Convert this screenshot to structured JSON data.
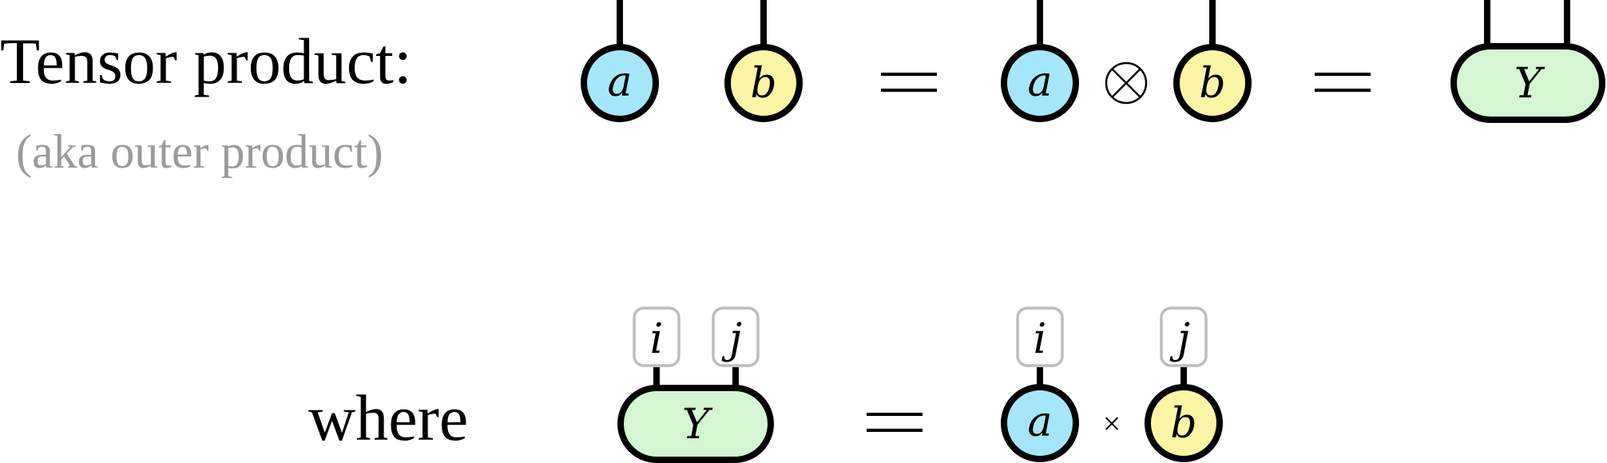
{
  "heading": {
    "title": "Tensor product:",
    "subtitle": "(aka outer product)"
  },
  "where_label": "where",
  "nodes": {
    "a": "a",
    "b": "b",
    "Y": "Y"
  },
  "indices": {
    "i": "i",
    "j": "j"
  },
  "operators": {
    "equals": "=",
    "tensor": "⊗",
    "times": "×"
  },
  "colors": {
    "a_fill": "#a6e6fb",
    "b_fill": "#fdf5a6",
    "Y_fill": "#d4f6d2",
    "stroke": "#000000",
    "index_border": "#bdbdbd",
    "subtitle": "#9b9b9b"
  }
}
